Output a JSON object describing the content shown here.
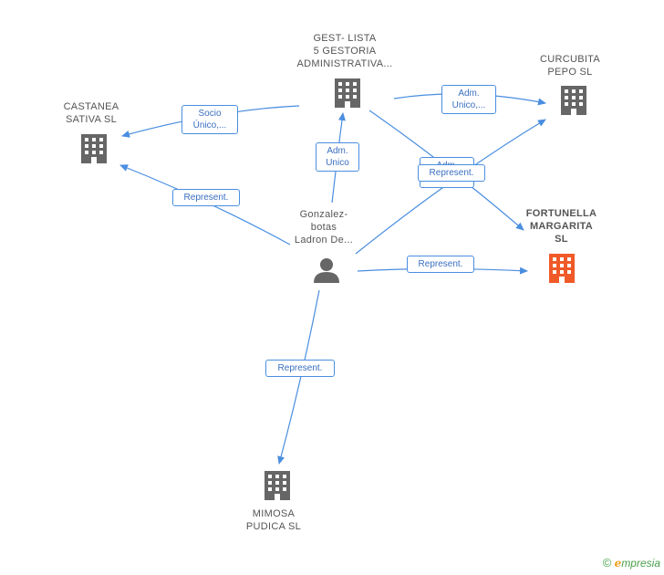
{
  "nodes": {
    "gest": {
      "lines": [
        "GEST- LISTA",
        "5 GESTORIA",
        "ADMINISTRATIVA..."
      ]
    },
    "curcubita": {
      "lines": [
        "CURCUBITA",
        "PEPO SL"
      ]
    },
    "castanea": {
      "lines": [
        "CASTANEA",
        "SATIVA SL"
      ]
    },
    "fortunella": {
      "lines": [
        "FORTUNELLA",
        "MARGARITA",
        "SL"
      ]
    },
    "person": {
      "lines": [
        "Gonzalez-",
        "botas",
        "Ladron De..."
      ]
    },
    "mimosa": {
      "lines": [
        "MIMOSA",
        "PUDICA SL"
      ]
    }
  },
  "edge_labels": {
    "socio": [
      "Socio",
      "Único,..."
    ],
    "adm_unico_curcubita": [
      "Adm.",
      "Unico,..."
    ],
    "adm_unico_gest": [
      "Adm.",
      "Unico"
    ],
    "represent_castanea": [
      "Represent."
    ],
    "represent_curcubita": [
      "Represent."
    ],
    "adm_hidden": [
      "Adm."
    ],
    "represent_fortunella": [
      "Represent."
    ],
    "represent_mimosa": [
      "Represent."
    ]
  },
  "colors": {
    "edge": "#4a8ee0",
    "building": "#666666",
    "highlight": "#f05a28",
    "person": "#666666"
  },
  "footer": {
    "copyright": "©",
    "brand_e": "e",
    "brand_rest": "mpresia"
  }
}
